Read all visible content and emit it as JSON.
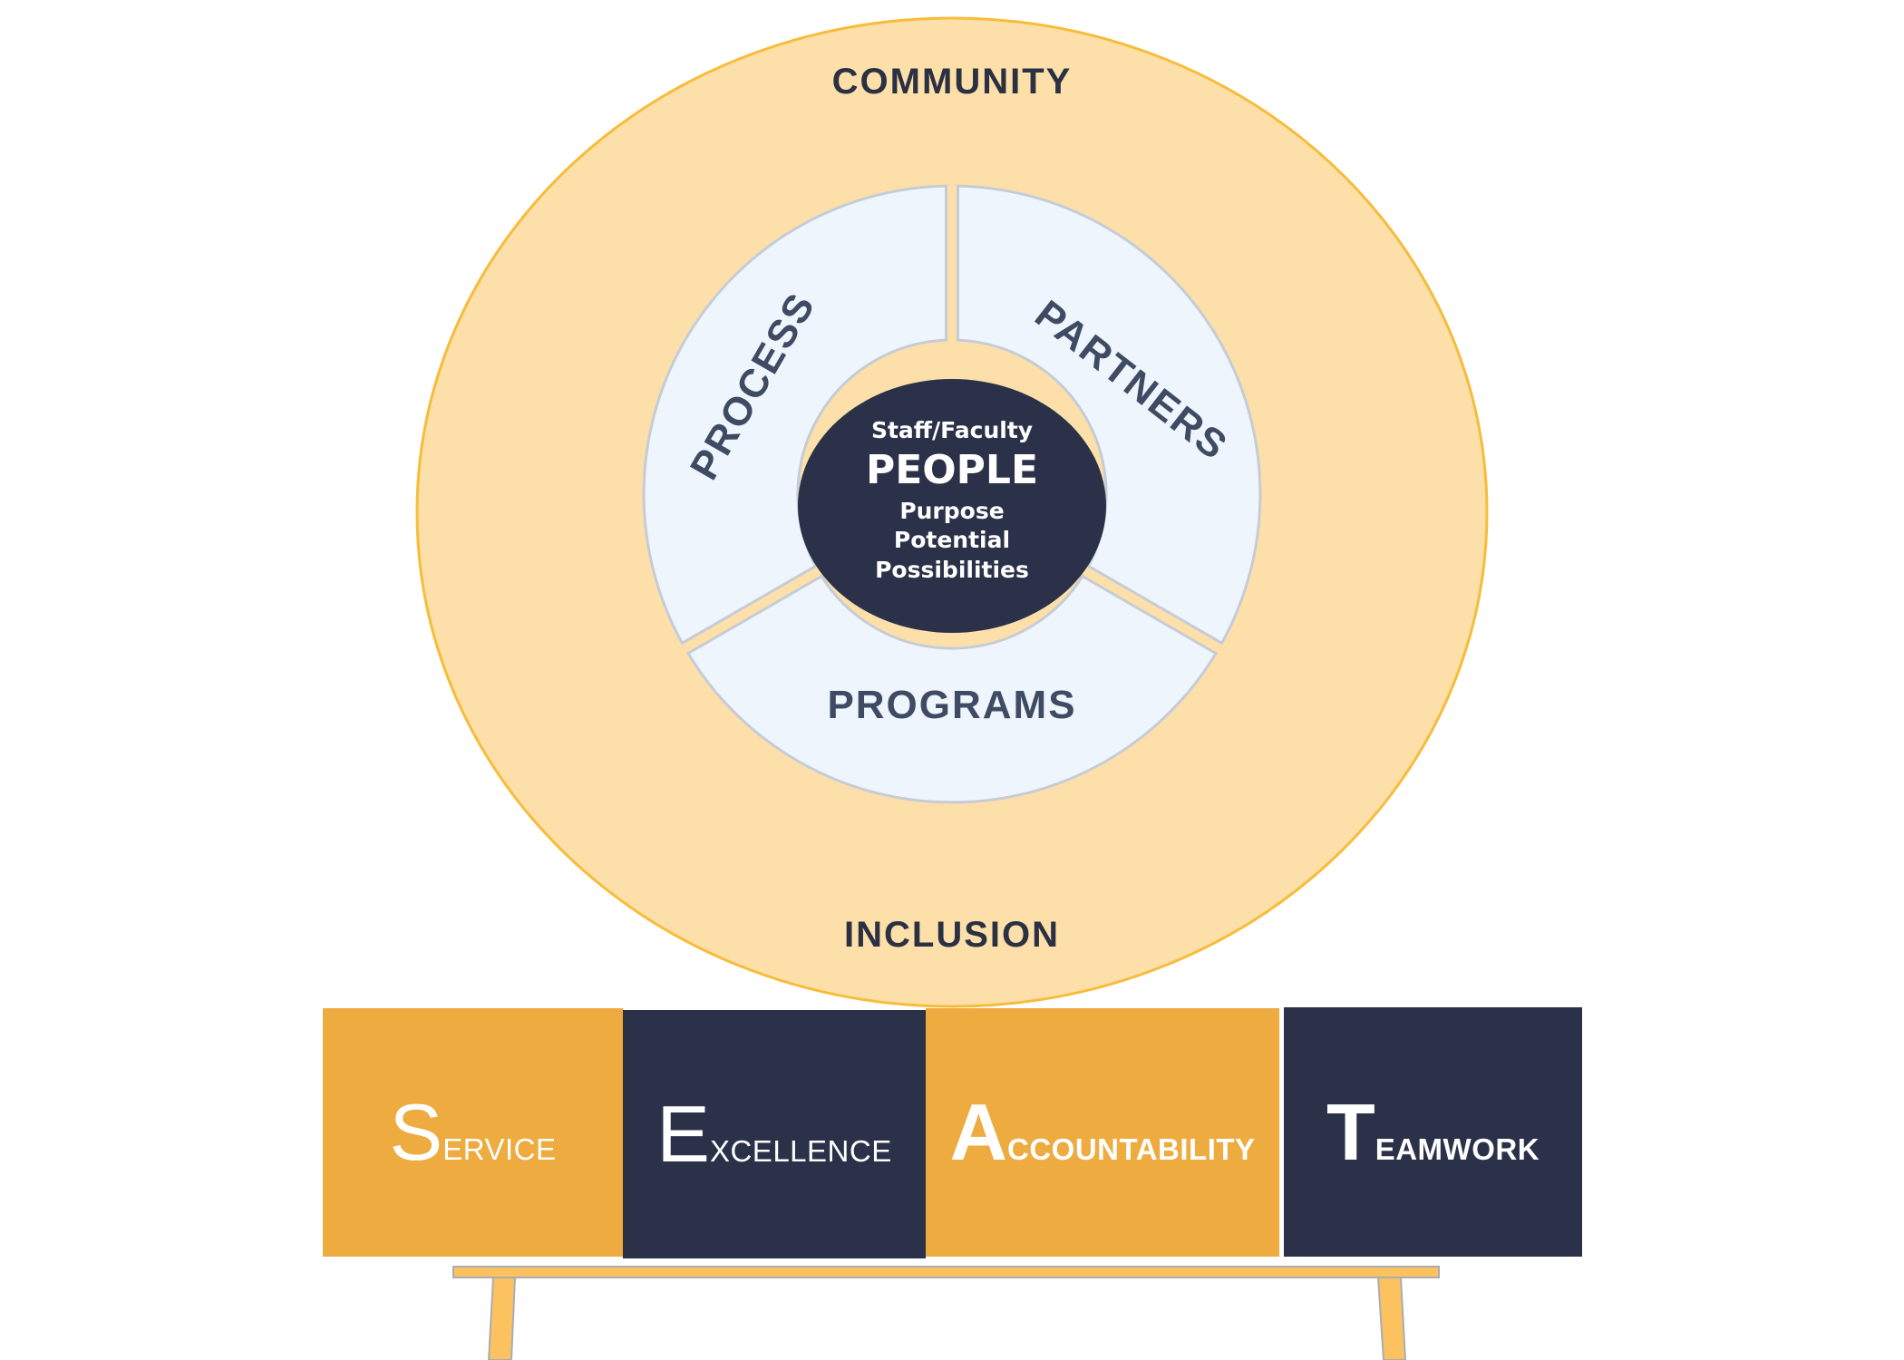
{
  "diagram": {
    "outer_ring": {
      "top_label": "COMMUNITY",
      "bottom_label": "INCLUSION"
    },
    "segments": [
      {
        "id": "process",
        "label": "PROCESS"
      },
      {
        "id": "partners",
        "label": "PARTNERS"
      },
      {
        "id": "programs",
        "label": "PROGRAMS"
      }
    ],
    "core": {
      "line1": "Staff/Faculty",
      "title": "PEOPLE",
      "line3": "Purpose",
      "line4": "Potential",
      "line5": "Possibilities"
    },
    "values": [
      {
        "initial": "S",
        "rest": "ERVICE",
        "color": "#eeab40"
      },
      {
        "initial": "E",
        "rest": "XCELLENCE",
        "color": "#2a3149"
      },
      {
        "initial": "A",
        "rest": "CCOUNTABILITY",
        "color": "#eeab40"
      },
      {
        "initial": "T",
        "rest": "EAMWORK",
        "color": "#2a3149"
      }
    ],
    "colors": {
      "outer_fill": "#fddfa9",
      "outer_stroke": "#f7bc3a",
      "segment_fill": "#eef5fc",
      "segment_stroke": "#c6ccd6",
      "core_fill": "#2a3149",
      "bench": "#fcc25f"
    }
  }
}
